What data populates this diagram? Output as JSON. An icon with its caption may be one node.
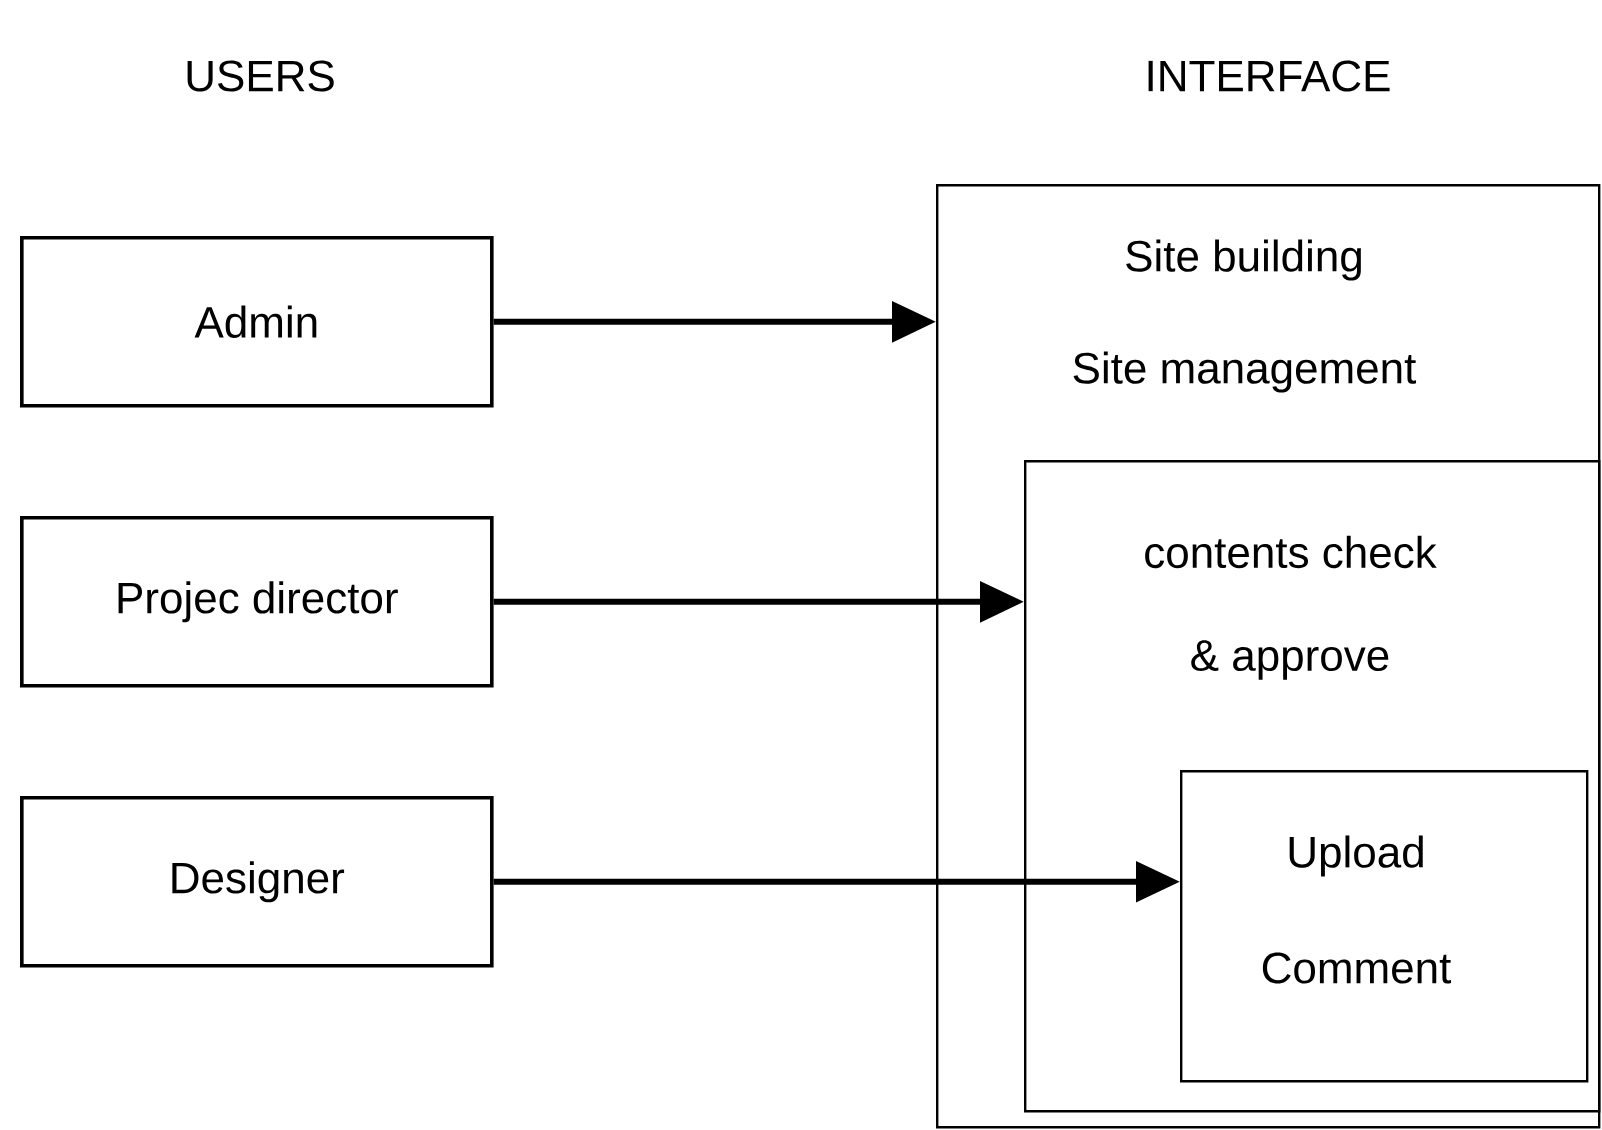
{
  "diagram": {
    "nodes": [
      {
        "text": [
          "Admin"
        ]
      },
      {
        "text": [
          "Projec director"
        ]
      },
      {
        "text": [
          "Designer"
        ]
      },
      {
        "text": [
          "Site building",
          "Site management"
        ]
      },
      {
        "text": [
          "contents check",
          "& approve"
        ],
        "in": 3
      },
      {
        "text": [
          "Upload",
          "Comment"
        ],
        "in": 4
      }
    ],
    "edges": [
      {
        "from": 0,
        "to": 3,
        "arrow": "to"
      },
      {
        "from": 1,
        "to": 4,
        "arrow": "to"
      },
      {
        "from": 2,
        "to": 5,
        "arrow": "to"
      }
    ],
    "labels": [
      "USERS",
      "INTERFACE"
    ]
  }
}
